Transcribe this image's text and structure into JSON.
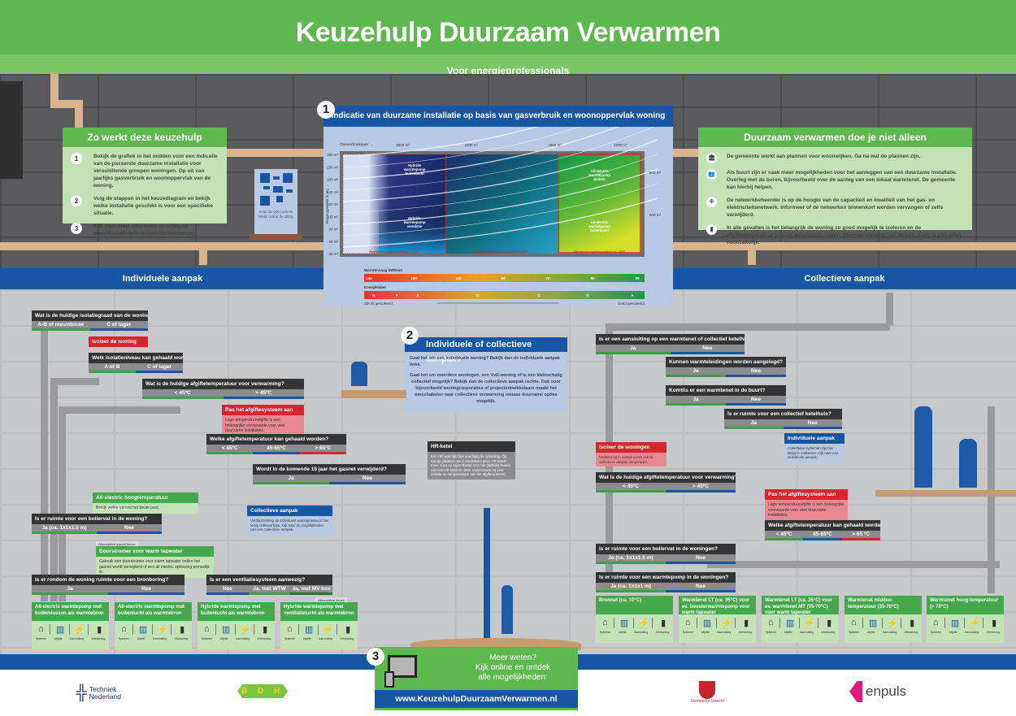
{
  "header": {
    "title": "Keuzehulp Duurzaam Verwarmen",
    "subtitle": "Voor energieprofessionals"
  },
  "how_it_works": {
    "title": "Zo werkt deze keuzehulp",
    "steps": [
      {
        "num": "1",
        "text": "Bekijk de grafiek in het midden voor een indicatie van de passende duurzame installatie voor verschillende groepen woningen. Op uit van jaarlijks gasverbruik en woonoppervlak van de woning."
      },
      {
        "num": "2",
        "text": "Volg de stappen in het keuzediagram en bekijk welke installatie geschikt is voor een specifieke situatie."
      },
      {
        "num": "3",
        "text": "Kijk voor meer informatie en uitleg op www.KeuzehulpDuurzaamVerwarmen.nl."
      }
    ],
    "qr_caption": "Scan de QR-code en bekijk online de uitleg."
  },
  "not_alone": {
    "title": "Duurzaam verwarmen doe je niet alleen",
    "items": [
      {
        "icon": "town-hall-icon",
        "glyph": "🏛",
        "text": "De gemeente werkt aan plannen voor woonwijken. Ga na wat de plannen zijn."
      },
      {
        "icon": "people-icon",
        "glyph": "👥",
        "text": "Als buurt zijn er vaak meer mogelijkheden voor het aanleggen van een duurzame installatie. Overleg met de buren, bijvoorbeeld over de aanleg van een lokaal warmtenet. De gemeente kan hierbij helpen."
      },
      {
        "icon": "network-icon",
        "glyph": "✣",
        "text": "De netwerkbeheerder is op de hoogte van de capaciteit en kwaliteit van het gas- en elektriciteitsnetwerk. Informeer of de netwerken binnenkort worden vervangen of zelfs verwijderd."
      },
      {
        "icon": "insulation-icon",
        "glyph": "▮",
        "text": "In alle gevallen is het belangrijk de woning zo goed mogelijk te isoleren en de afgiftetemperatuur zo laag mogelijk te maken. Vloerverwarming kan helpen, maar is niet altijd noodzakelijk."
      }
    ]
  },
  "chart": {
    "step_number": "1",
    "title": "Indicatie van duurzame installatie op basis van gasverbruik en woonoppervlak woning"
  },
  "chart_data": {
    "type": "heatmap",
    "title": "Indicatie van duurzame installatie op basis van gasverbruik en woonoppervlak woning",
    "xlabel": "Gasverbruik/jaar",
    "ylabel": "Woonoppervlak in m2",
    "y_ticks": [
      "40 m²",
      "60 m²",
      "80 m²",
      "100 m²",
      "120 m²",
      "140 m²",
      "160 m²",
      "180 m²",
      "200 m²"
    ],
    "ylim": [
      40,
      200
    ],
    "gas_curves": [
      "3000 m³",
      "2400 m³",
      "1800 m³",
      "1200 m³",
      "800 m³",
      "600 m³"
    ],
    "regions": [
      {
        "label": "Hybride warmtepomp buitenlucht",
        "zone": "Warmtenet hoogtemperatuur > 70°C",
        "color": "#1d2a6b"
      },
      {
        "label": "Hybride warmtepomp ventilatie",
        "zone": "Warmtenet hoogtemperatuur > 70°C",
        "color": "#1f86d0"
      },
      {
        "label": "",
        "zone": "Warmtenet middentemperatuur 35-70°C",
        "color": "#0f6a7a"
      },
      {
        "label": "All-electric warmtepomp bodem",
        "zone": "Warmtenet lagetemperatuur ca. 35°C",
        "color": "#1ea34a"
      },
      {
        "label": "All-electric warmtepomp buitenlucht",
        "zone": "Warmtenet lagetemperatuur ca. 35°C",
        "color": "#c8d62a"
      }
    ],
    "zones": [
      "Warmtenet hoogtemperatuur > 70°C",
      "Warmtenet middentemperatuur 35-70°C",
      "Warmtenet lagetemperatuur ca. 35°C"
    ],
    "heat_demand": {
      "label": "Warmtevraag kWh/m2",
      "values": [
        "150",
        "130",
        "110",
        "90",
        "70",
        "50",
        "30"
      ]
    },
    "energy_label": {
      "label": "Energielabel",
      "values": [
        "G",
        "F",
        "E",
        "D",
        "C",
        "B",
        "A"
      ]
    },
    "scale_left": "Slecht geïsoleerd",
    "scale_right": "Goed geïsoleerd"
  },
  "bands": {
    "left": "Individuele aanpak",
    "right": "Collectieve aanpak"
  },
  "step2": {
    "number": "2",
    "title": "Individuele of collectieve aanpak?",
    "p1": "Gaat het om een individuele woning? Bekijk dan de individuele aanpak links.",
    "p2": "Gaat het om meerdere woningen, een VvE-woning of is een kleinschalig collectief mogelijk? Bekijk dan de collectieve aanpak rechts. Ook voor bijvoorbeeld woningcorporaties of projectontwikkelaars maakt het omschakelen naar collectieve verwarming nieuwe duurzame opties mogelijk."
  },
  "individual": {
    "q1": {
      "q": "Wat is de huidige isolatiegraad van de woning?",
      "opts": [
        "A-B of nieuwbouw",
        "C of lager"
      ]
    },
    "isolate": {
      "title": "Isoleer de woning"
    },
    "q2": {
      "q": "Welk isolatieniveau kan gehaald worden?",
      "opts": [
        "A of B",
        "C of lager"
      ]
    },
    "q3": {
      "q": "Wat is de huidige afgiftetemperatuur voor verwarming?",
      "opts": [
        "< 45ºC",
        "> 45ºC"
      ]
    },
    "adjust": {
      "title": "Pas het afgiftesysteem aan",
      "body": "Lage temperatuurafgifte is een belangrijke voorwaarde voor veel duurzame installaties."
    },
    "q4": {
      "q": "Welke afgiftetemperatuur kan gehaald worden?",
      "opts": [
        "< 45ºC",
        "45-65ºC",
        "> 65ºC"
      ]
    },
    "hr": {
      "title": "HR-ketel",
      "body": "Een HR ketel lijkt hier voorlopig de oplossing. Op termijn plaatsen we in Nederland geen HR ketels meer. Kies nu bijvoorbeeld voor het (tijdelijk) leasen van een HR ketel en denk ondertussen na over isolatie en aanpassingen van het afgiftesysteem."
    },
    "q5": {
      "q": "Wordt in de komende 15 jaar het gasnet verwijderd?",
      "opts": [
        "Ja",
        "Nee"
      ]
    },
    "allelectric_ht": {
      "title": "All-electric hoogtemperatuur warmtepomp",
      "body": "Bekijk welke variant het beste past."
    },
    "collective": {
      "title": "Collectieve aanpak",
      "body": "Verduurzaming op individueel woningniveau is hier lastig realiseerbaar. Kijk naar de mogelijkheden van een collectieve aanpak."
    },
    "q6": {
      "q": "Is er ruimte voor een boilervat in de woning?",
      "opts": [
        "Ja (ca. 1x1x1.5 m)",
        "Nee"
      ]
    },
    "flow_tag": "Alternatieve gasvrij keuze",
    "flow": {
      "title": "Doorstromer voor warm tapwater",
      "body": "Gebruik een doorstromer voor warm tapwater indien het gasnet wordt verwijderd of een all electric oplossing wenselijk is."
    },
    "q7": {
      "q": "Is er rondom de woning ruimte voor een bronboring?",
      "opts": [
        "Ja",
        "Nee"
      ]
    },
    "q8": {
      "q": "Is er een ventilatiesysteem aanwezig?",
      "opts": [
        "Nee",
        "Ja, met WTW",
        "Ja, met MV-box"
      ]
    },
    "alt_tag": "Alternatieve keuze",
    "cards": [
      {
        "title": "All-electric warmtepomp met bodemlussen als warmtebron"
      },
      {
        "title": "All-electric warmtepomp met buitenlucht als warmtebron"
      },
      {
        "title": "Hybride warmtepomp met buitenlucht als warmtebron"
      },
      {
        "title": "Hybride warmtepomp met ventilatielucht als warmtebron"
      }
    ]
  },
  "collective": {
    "q1": {
      "q": "Is er een aansluiting op een warmtenet of collectief ketelhuis?",
      "opts": [
        "Ja",
        "Nee"
      ]
    },
    "q2": {
      "q": "Kunnen warmteleidingen worden aangelegd?",
      "opts": [
        "Ja",
        "Nee"
      ]
    },
    "q3": {
      "q": "Komt/is er een warmtenet in de buurt?",
      "opts": [
        "Ja",
        "Nee"
      ]
    },
    "q4": {
      "q": "Is er ruimte voor een collectief ketelhuis?",
      "opts": [
        "Ja",
        "Nee"
      ]
    },
    "individual": {
      "title": "Individuele aanpak",
      "body": "Collectieve systemen zijn hier lastig te realiseren. Kijk naar een individuele aanpak."
    },
    "isolate": {
      "title": "Isoleer de woningen",
      "body": "Verbetering in isolatie wordt ook bij collectieve aanpak aangeraden."
    },
    "q5": {
      "q": "Wat is de huidige afgiftetemperatuur voor verwarming?",
      "opts": [
        "< 45ºC",
        "> 45ºC"
      ]
    },
    "adjust": {
      "title": "Pas het afgiftesysteem aan",
      "body": "Lage temperatuurafgifte is een belangrijke voorwaarde voor veel duurzame installaties."
    },
    "q6": {
      "q": "Welke afgiftetemperatuur kan gehaald worden?",
      "opts": [
        "< 45ºC",
        "45-65ºC",
        "> 65 ºC"
      ]
    },
    "q7": {
      "q": "Is er ruimte voor een boilervat in de woningen?",
      "opts": [
        "Ja (ca. 1x1x1.5 m)",
        "Nee"
      ]
    },
    "q8": {
      "q": "Is er ruimte voor een warmtepomp in de woningen?",
      "opts": [
        "Ja (ca. 1x1x1 m)",
        "Nee"
      ]
    },
    "cards": [
      {
        "title": "Bronnet (ca. 10°C)"
      },
      {
        "title": "Warmtenet LT (ca. 35°C) voor ev. boosterwarmtepomp voor warm tapwater"
      },
      {
        "title": "Warmtenet LT (ca. 35°C) voor ev. warmtenet MT (35-70°C) voor warm tapwater"
      },
      {
        "title": "Warmtenet midden-temperatuur (35-70°C)"
      },
      {
        "title": "Warmtenet hoog-temperatuur (> 70°C)"
      }
    ]
  },
  "card_labels": [
    "Systeem",
    "Afgifte",
    "Aansluiting",
    "Afrekening"
  ],
  "cta": {
    "number": "3",
    "line1": "Meer weten?",
    "line2": "Kijk online en ontdek",
    "line3": "alle mogelijkheden:",
    "url": "www.KeuzehulpDuurzaamVerwarmen.nl"
  },
  "logos": {
    "techniek": "Techniek Nederland",
    "bdh": "B D H",
    "utrecht": "Gemeente Utrecht",
    "enpuls": "enpuls"
  }
}
